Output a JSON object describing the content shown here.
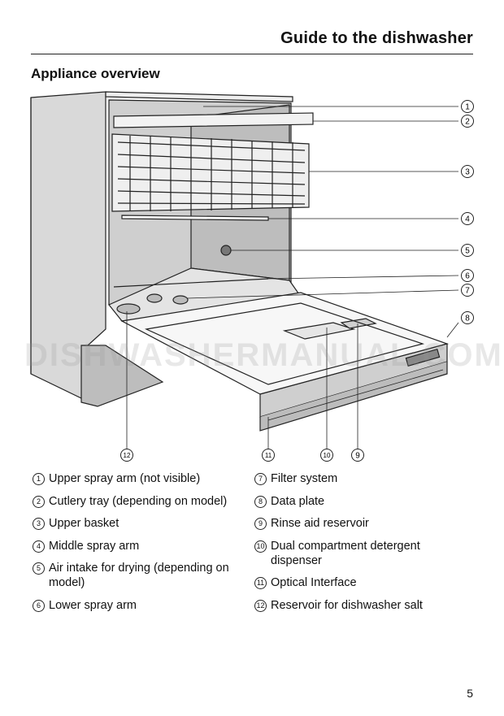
{
  "header": {
    "title": "Guide to the dishwasher"
  },
  "section": {
    "title": "Appliance overview"
  },
  "watermark": {
    "text": "DISHWASHERMANUAL.COM"
  },
  "callouts": [
    "1",
    "2",
    "3",
    "4",
    "5",
    "6",
    "7",
    "8",
    "9",
    "10",
    "11",
    "12"
  ],
  "legend": {
    "left": [
      {
        "num": "1",
        "text": "Upper spray arm (not visible)"
      },
      {
        "num": "2",
        "text": "Cutlery tray (depending on model)"
      },
      {
        "num": "3",
        "text": "Upper basket"
      },
      {
        "num": "4",
        "text": "Middle spray arm"
      },
      {
        "num": "5",
        "text": "Air intake for drying (depending on model)"
      },
      {
        "num": "6",
        "text": "Lower spray arm"
      }
    ],
    "right": [
      {
        "num": "7",
        "text": "Filter system"
      },
      {
        "num": "8",
        "text": "Data plate"
      },
      {
        "num": "9",
        "text": "Rinse aid reservoir"
      },
      {
        "num": "10",
        "text": "Dual compartment detergent dispenser"
      },
      {
        "num": "11",
        "text": "Optical Interface"
      },
      {
        "num": "12",
        "text": "Reservoir for dishwasher salt"
      }
    ]
  },
  "footer": {
    "page_number": "5"
  }
}
